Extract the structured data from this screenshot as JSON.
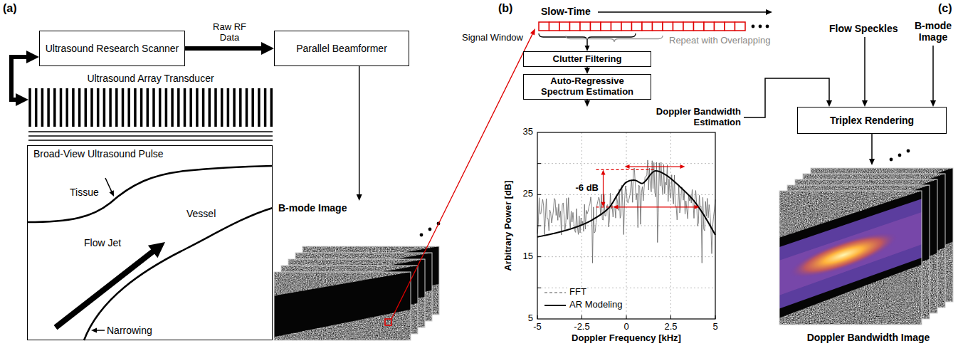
{
  "diagram": {
    "nodes": [
      {
        "text": [
          "Ultrasound Research Scanner"
        ]
      },
      {
        "text": [
          "Parallel Beamformer"
        ]
      },
      {
        "text": [
          "Ultrasound Array Transducer"
        ]
      },
      {
        "text": [
          "Broad-View Ultrasound Pulse"
        ]
      },
      {
        "text": [
          "B-mode Image"
        ]
      },
      {
        "text": [
          "Clutter Filtering"
        ]
      },
      {
        "text": [
          "Auto-Regressive Spectrum Estimation"
        ]
      },
      {
        "text": [
          "Doppler Bandwidth Estimation"
        ]
      },
      {
        "text": [
          "Triplex Rendering"
        ]
      },
      {
        "text": [
          "Doppler Bandwidth Image"
        ]
      }
    ],
    "edges": [
      {
        "from": 0,
        "to": 1,
        "label": "Raw RF Data",
        "arrow": "to"
      },
      {
        "from": 0,
        "to": 2,
        "arrow": "both"
      },
      {
        "from": 1,
        "to": 4,
        "arrow": "to"
      },
      {
        "from": 5,
        "to": 6,
        "arrow": "to"
      },
      {
        "from": 6,
        "to": 7,
        "arrow": "to"
      },
      {
        "from": 7,
        "to": 8,
        "arrow": "to"
      },
      {
        "from": 8,
        "to": 9,
        "arrow": "to"
      }
    ],
    "labels": [
      "(a)",
      "(b)",
      "(c)",
      "Tissue",
      "Vessel",
      "Flow Jet",
      "Narrowing",
      "Slow-Time",
      "Signal Window",
      "Repeat with Overlapping",
      "35",
      "25",
      "15",
      "5",
      "-5",
      "-2.5",
      "0",
      "2.5",
      "5",
      "Arbitrary Power [dB]",
      "Doppler Frequency [kHz]",
      "-6 dB",
      "Flow Speckles",
      "B-mode Image"
    ],
    "legend": [
      {
        "text": "FFT"
      },
      {
        "text": "AR Modeling"
      }
    ]
  }
}
